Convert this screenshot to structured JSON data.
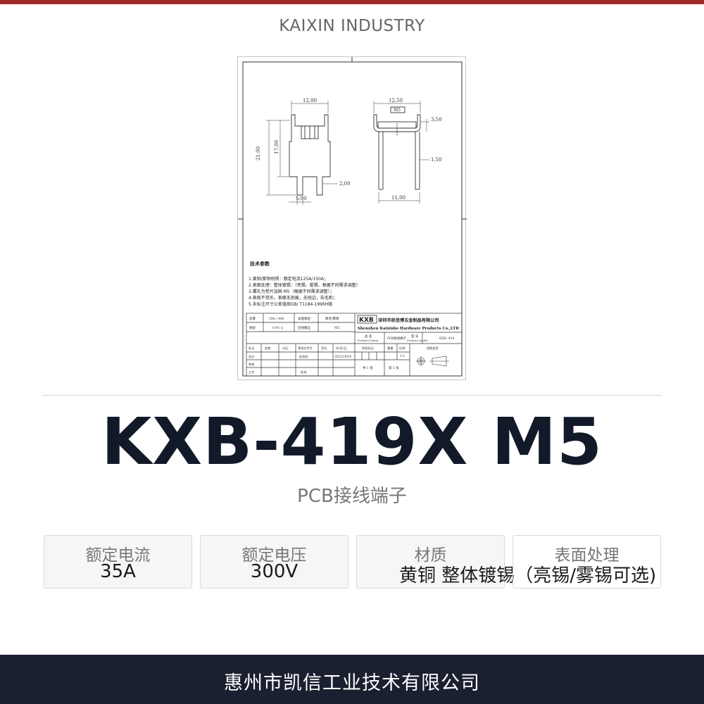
{
  "header": {
    "brand": "KAIXIN INDUSTRY"
  },
  "drawing": {
    "dims": {
      "top_width_left": "12,00",
      "height_total": "21,00",
      "height_inner": "17,00",
      "foot_gap": "2,00",
      "foot_width": "5,00",
      "top_width_right": "12,50",
      "screw": "M5",
      "tab_height": "3,50",
      "thickness": "1,50",
      "base_width": "11,00"
    },
    "tech_title": "技术参数",
    "tech_lines": [
      "1.黄铜/紫铜材质：额定电流125A/150A；",
      "2.表面处理：整体镀锡：（亮锡、雾锡、根据不同需求调整）",
      "3.螺孔为垫片加固 M5（根据不同需求调整）；",
      "4.表观不变形，表面无划痕，无锐边，去毛刺；",
      "5.未标注尺寸公差值按GB/ T1184-1996H级"
    ],
    "title_block": {
      "logo": "KXB",
      "company_cn": "深圳市凯信博五金制品有限公司",
      "company_en": "Shenzhen Kaixinbo Hardware Products Co.,LTD",
      "name_label_cn": "品 名",
      "name_label_en": "Product Name",
      "name_value": "PCB接线端子",
      "model_label_cn": "型 号",
      "model_label_en": "Product model",
      "model_value": "KXB -419",
      "row1": [
        "盐雾",
        "24h / 48h",
        "表面镀层",
        "镀亮/雾锡"
      ],
      "row2": [
        "镀层",
        "3.0% u",
        "压线螺丝",
        "M5"
      ],
      "head_row": [
        "标记",
        "处数",
        "分区",
        "更改文件号",
        "签名",
        "年/月/日"
      ],
      "stage_label": "阶段标记",
      "weight_label": "重量",
      "scale_label": "比例",
      "projection_label": "投影类型",
      "scale_value": "1:1",
      "design_label": "设计",
      "standard_label": "标准化",
      "date_value": "2022/10/20",
      "review_label": "审核",
      "process_label": "工艺",
      "approve_label": "批准",
      "sheets_total": "共 1 张",
      "sheet_no": "第 1 张"
    }
  },
  "product": {
    "model": "KXB-419X M5",
    "subtitle": "PCB接线端子"
  },
  "specs": [
    {
      "label": "额定电流",
      "value": "35A"
    },
    {
      "label": "额定电压",
      "value": "300V"
    },
    {
      "label": "材质",
      "value": "黄铜 整体镀锡（亮锡/雾锡可选)"
    },
    {
      "label": "表面处理",
      "value": ""
    }
  ],
  "footer": {
    "company": "惠州市凯信工业技术有限公司"
  }
}
